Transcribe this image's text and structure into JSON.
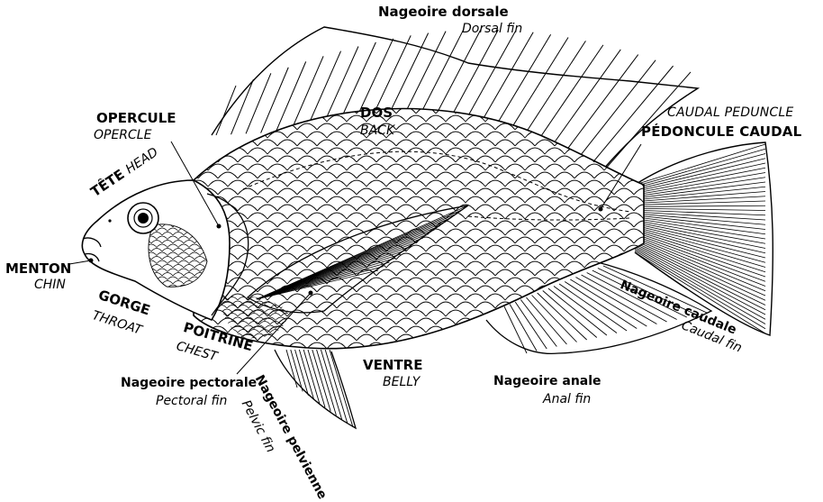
{
  "labels": {
    "dorsal_fr": "Nageoire dorsale",
    "dorsal_en": "Dorsal fin",
    "caudal_peduncle_en": "CAUDAL PEDUNCLE",
    "caudal_peduncle_fr": "PÉDONCULE CAUDAL",
    "opercle_fr": "OPERCULE",
    "opercle_en": "OPERCLE",
    "back_fr": "DOS",
    "back_en": "BACK",
    "head_fr": "TÊTE",
    "head_en": "HEAD",
    "chin_fr": "MENTON",
    "chin_en": "CHIN",
    "throat_fr": "GORGE",
    "throat_en": "THROAT",
    "chest_fr": "POITRINE",
    "chest_en": "CHEST",
    "pectoral_fr": "Nageoire pectorale",
    "pectoral_en": "Pectoral fin",
    "pelvic_fr": "Nageoire pelvienne",
    "pelvic_en": "Pelvic fin",
    "belly_fr": "VENTRE",
    "belly_en": "BELLY",
    "anal_fr": "Nageoire anale",
    "anal_en": "Anal fin",
    "caudal_fin_fr": "Nageoire caudale",
    "caudal_fin_en": "Caudal fin"
  },
  "colors": {
    "ink": "#000000",
    "paper": "#ffffff"
  }
}
